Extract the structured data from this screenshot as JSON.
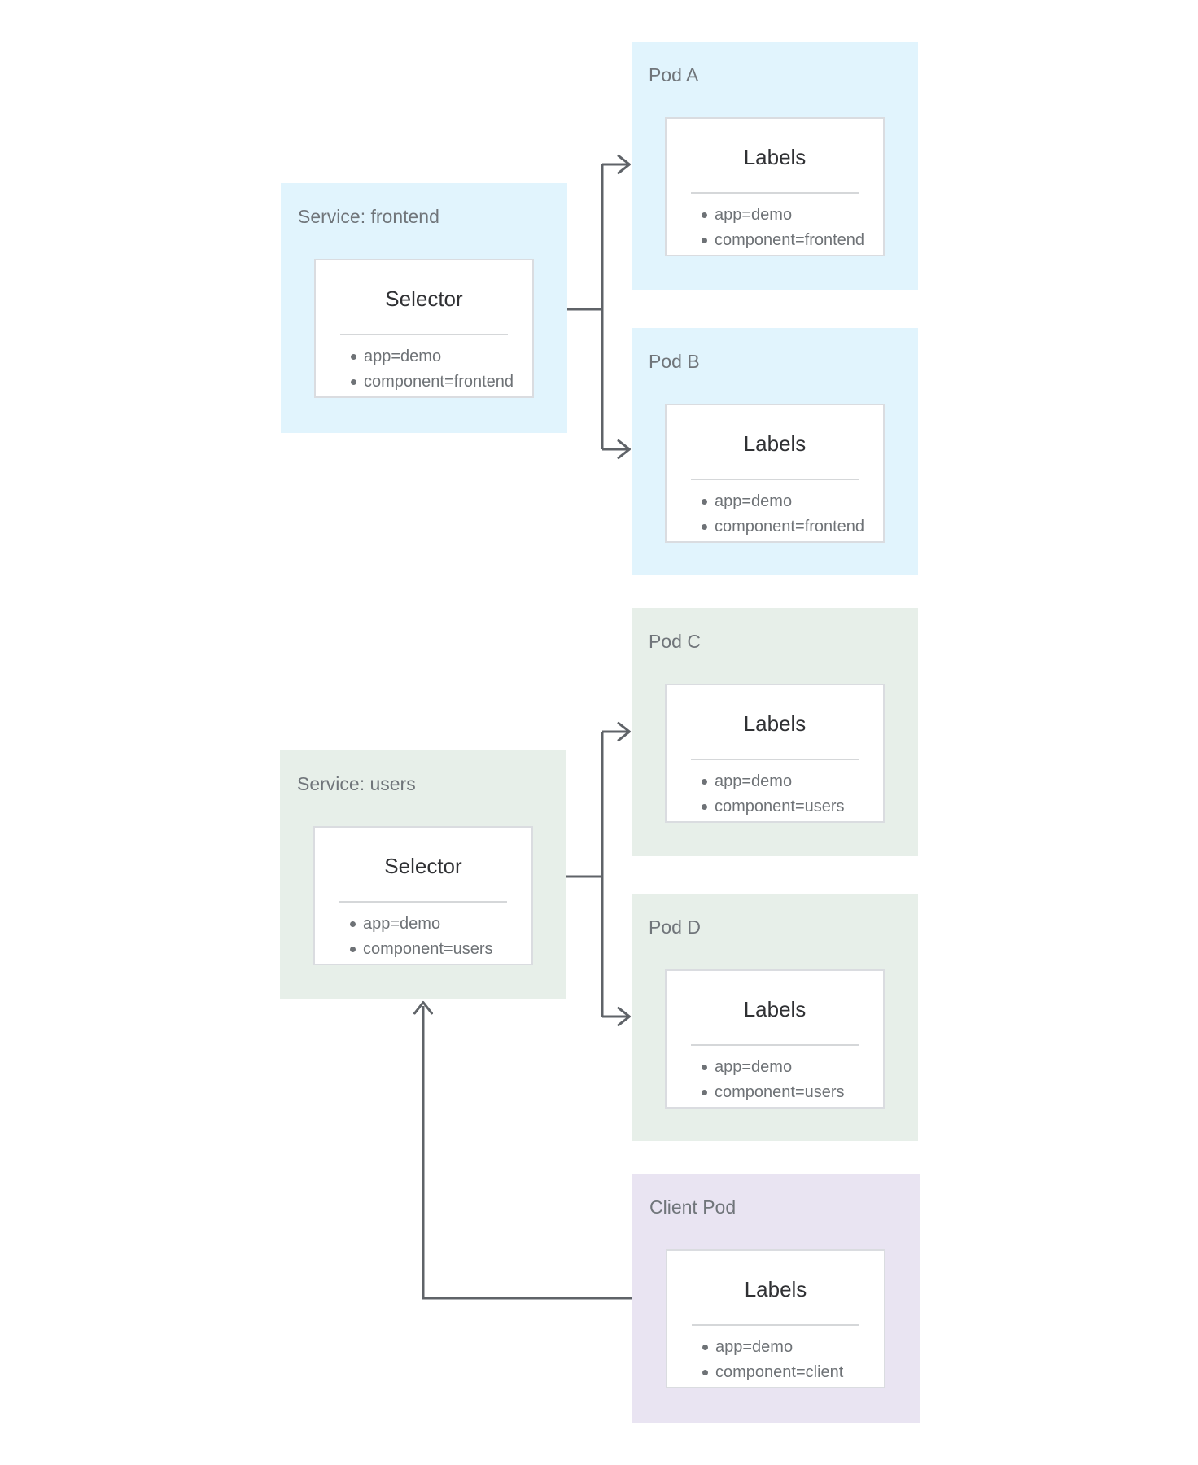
{
  "services": [
    {
      "title": "Service: frontend",
      "card_heading": "Selector",
      "items": [
        "app=demo",
        "component=frontend"
      ]
    },
    {
      "title": "Service: users",
      "card_heading": "Selector",
      "items": [
        "app=demo",
        "component=users"
      ]
    }
  ],
  "pods": [
    {
      "title": "Pod A",
      "card_heading": "Labels",
      "items": [
        "app=demo",
        "component=frontend"
      ]
    },
    {
      "title": "Pod B",
      "card_heading": "Labels",
      "items": [
        "app=demo",
        "component=frontend"
      ]
    },
    {
      "title": "Pod C",
      "card_heading": "Labels",
      "items": [
        "app=demo",
        "component=users"
      ]
    },
    {
      "title": "Pod D",
      "card_heading": "Labels",
      "items": [
        "app=demo",
        "component=users"
      ]
    },
    {
      "title": "Client Pod",
      "card_heading": "Labels",
      "items": [
        "app=demo",
        "component=client"
      ]
    }
  ],
  "colors": {
    "frontend_group_bg": "#E1F4FD",
    "users_group_bg": "#E7EFE9",
    "client_group_bg": "#E9E4F2",
    "card_bg": "#FFFFFF",
    "card_border": "#DADCE0",
    "divider": "#D5D7D9",
    "connector": "#5F6368",
    "box_title_text": "#70757A",
    "card_heading_text": "#303134",
    "item_text": "#6E7276"
  }
}
